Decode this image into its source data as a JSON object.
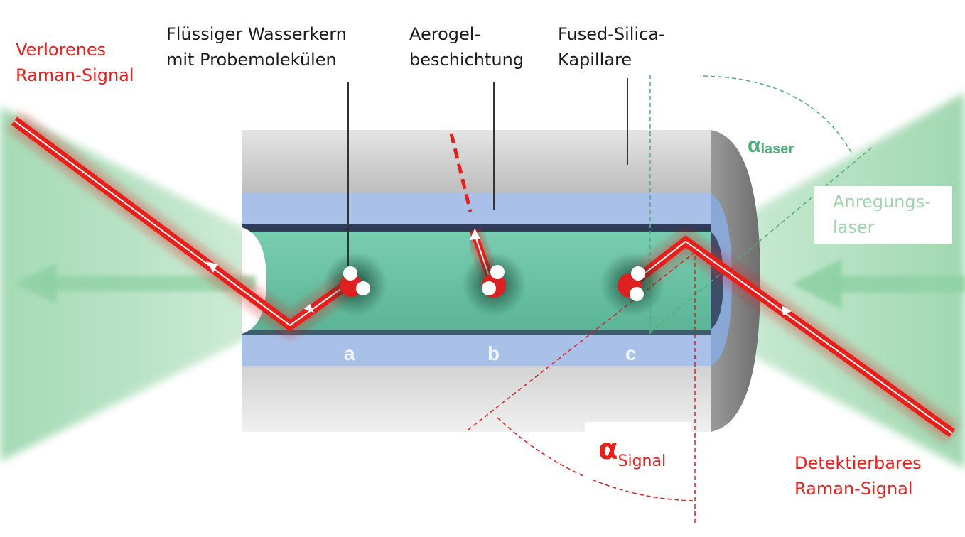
{
  "labels": {
    "core": [
      "Flüssiger Wasserkern",
      "mit Probemolekülen"
    ],
    "coating": [
      "Aerogel-",
      "beschichtung"
    ],
    "capillary": [
      "Fused-Silica-",
      "Kapillare"
    ],
    "lost_signal": [
      "Verlorenes",
      "Raman-Signal"
    ],
    "detectable_signal": [
      "Detektierbares",
      "Raman-Signal"
    ],
    "excitation": [
      "Anregungs-",
      "laser"
    ],
    "alpha_laser": {
      "symbol": "α",
      "sub": "laser"
    },
    "alpha_signal": {
      "symbol": "α",
      "sub": "Signal"
    },
    "positions": [
      "a",
      "b",
      "c"
    ]
  },
  "colors": {
    "red_label": "#e8201c",
    "green_label": "#9fd3ae",
    "laser_green": "#4fb07a",
    "water_core": "#6cc3a8",
    "aerogel": "#a6bfe6",
    "silica": "#c9c9c9",
    "signal_beam": "#e02020"
  }
}
